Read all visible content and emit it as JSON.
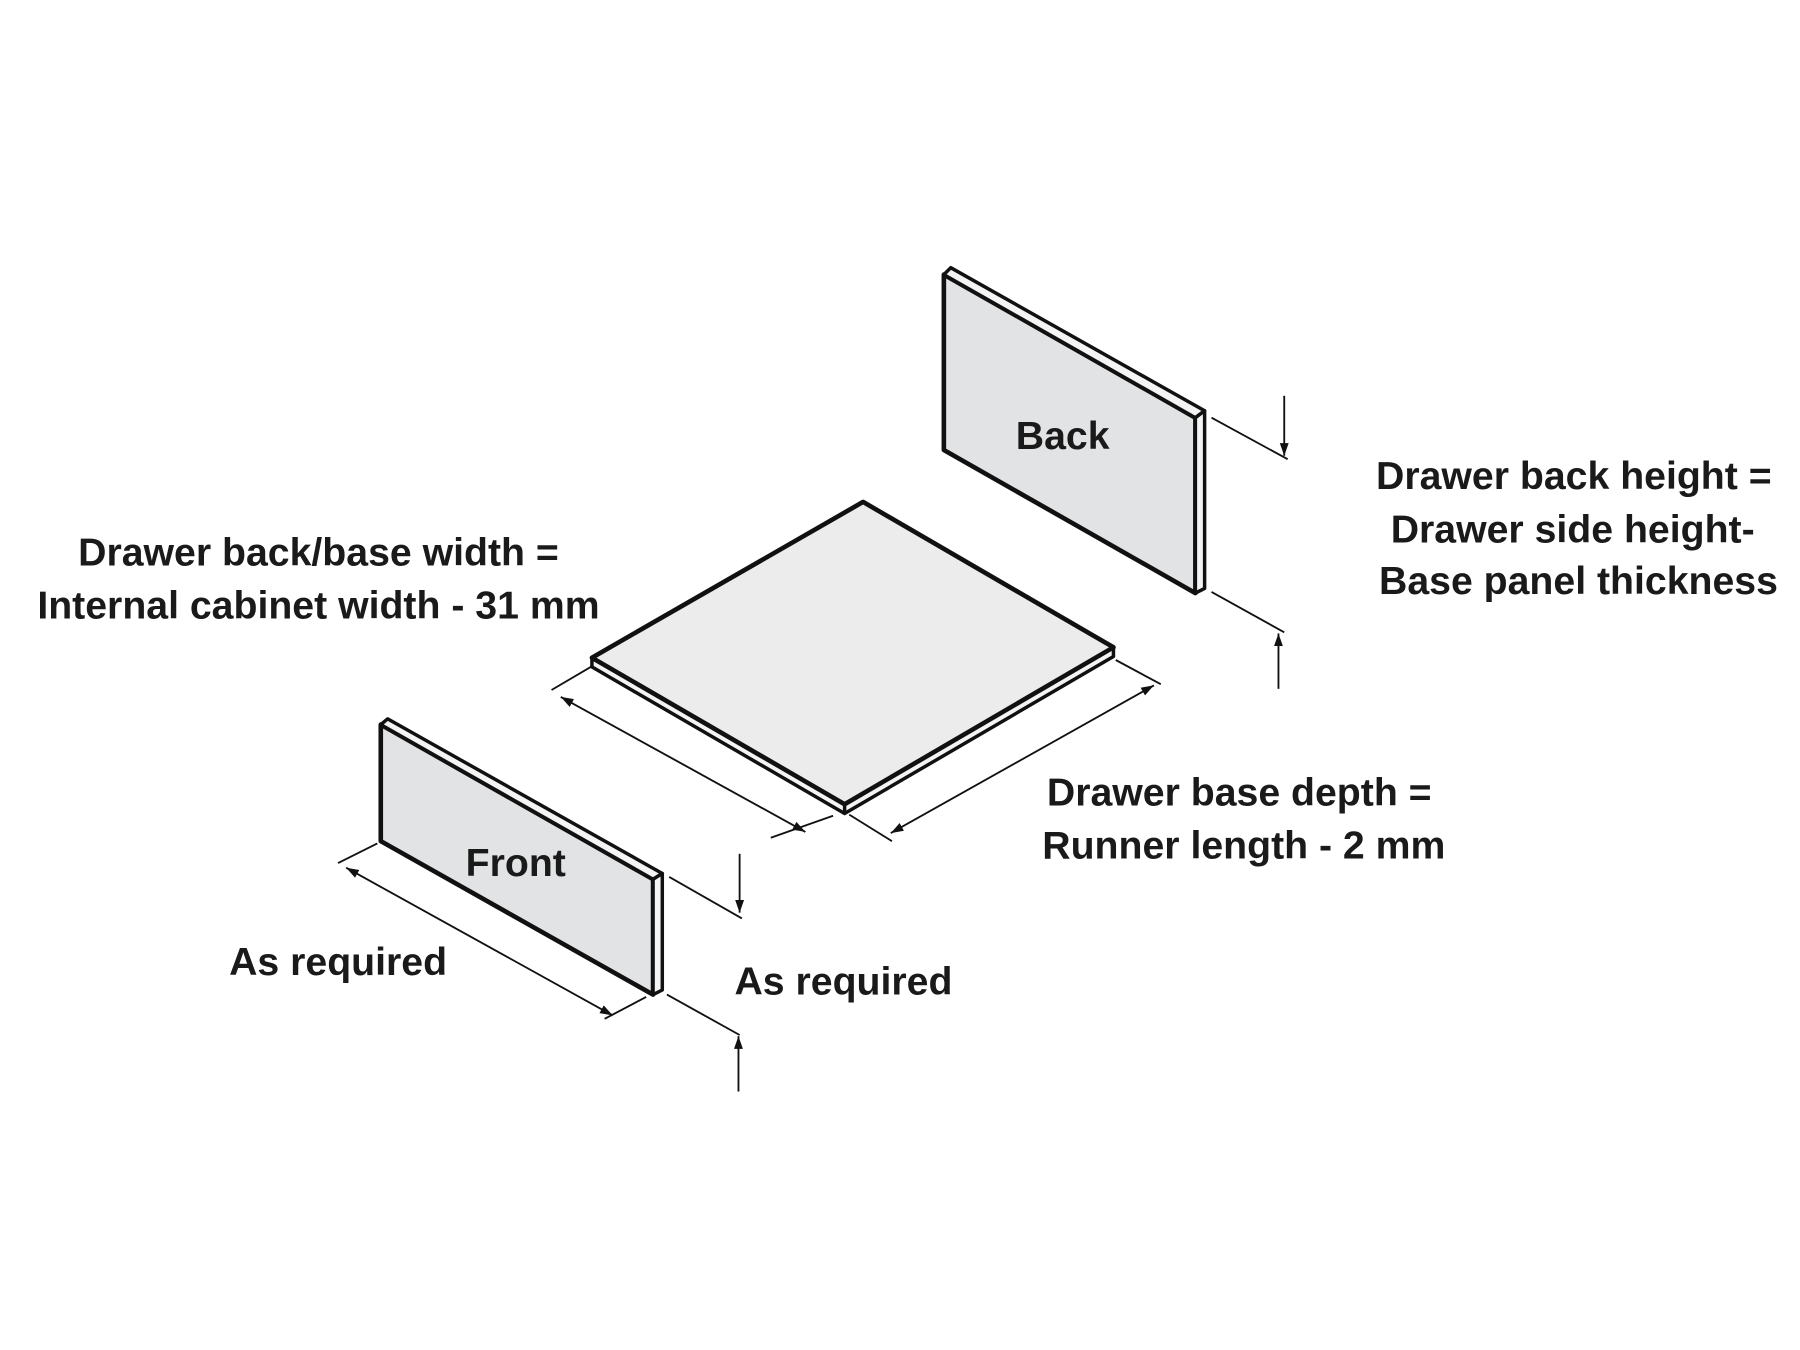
{
  "panels": {
    "back": "Back",
    "front": "Front"
  },
  "labels": {
    "back_height": [
      "Drawer back height =",
      "Drawer side height-",
      "Base panel thickness"
    ],
    "back_base_width": [
      "Drawer back/base width =",
      "Internal cabinet width - 31 mm"
    ],
    "base_depth": [
      "Drawer base depth =",
      "Runner length - 2 mm"
    ],
    "front_width": "As required",
    "front_height": "As required"
  },
  "colors": {
    "panel_fill": "#e2e3e5",
    "base_fill": "#ececec",
    "line": "#111111"
  }
}
